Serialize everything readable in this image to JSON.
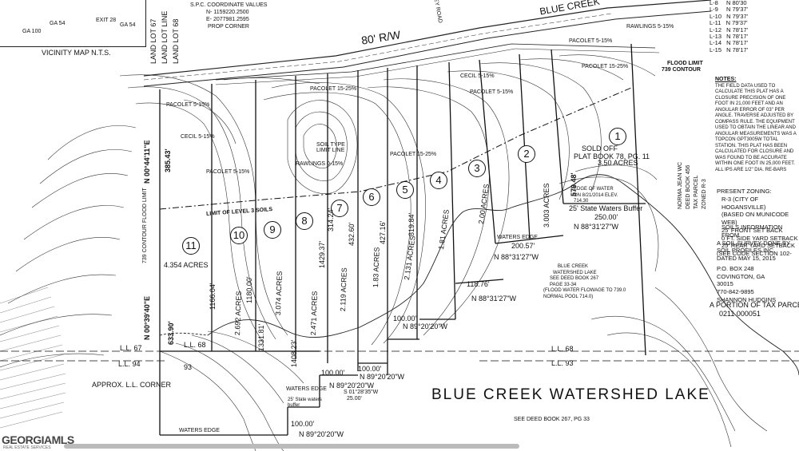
{
  "vicinity": {
    "label": "VICINITY MAP  N.T.S.",
    "roads": [
      "GA 54",
      "GA 100",
      "EXIT 28",
      "GA 54"
    ]
  },
  "coordinates": {
    "title": "S.P.C. COORDINATE VALUES",
    "north": "N-  1159220.2500",
    "east": "E-  2077981.2595",
    "label": "PROP CORNER"
  },
  "roads": {
    "right_of_way": "80' R/W",
    "blue_creek": "BLUE CREEK",
    "ley_road": "LEY ROAD"
  },
  "land_lines": {
    "ll67": "LAND LOT 67",
    "line": "LAND LOT LINE",
    "ll68": "LAND LOT 68",
    "ll67b": "L.L. 67",
    "ll68b": "L.L. 68",
    "ll94": "L.L. 94",
    "ll93": "93",
    "ll68c": "L.L. 68",
    "ll93b": "L.L. 93",
    "corner": "APPROX. L.L. CORNER"
  },
  "bearings_legend": [
    {
      "line": "L-8",
      "bearing": "N 80'30"
    },
    {
      "line": "L-9",
      "bearing": "N 79'37'"
    },
    {
      "line": "L-10",
      "bearing": "N 79'37'"
    },
    {
      "line": "L-11",
      "bearing": "N 79'37'"
    },
    {
      "line": "L-12",
      "bearing": "N 78'17'"
    },
    {
      "line": "L-13",
      "bearing": "N 78'17'"
    },
    {
      "line": "L-14",
      "bearing": "N 78'17'"
    },
    {
      "line": "L-15",
      "bearing": "N 78'17'"
    }
  ],
  "notes": {
    "title": "NOTES:",
    "text": "THE FIELD DATA USED TO CALCULATE THIS PLAT HAS A CLOSURE PRECISION OF ONE FOOT IN 21,000 FEET AND AN ANGULAR ERROR OF 03\" PER ANGLE. TRAVERSE ADJUSTED BY COMPASS RULE. THE EQUIPMENT USED TO OBTAIN THE LINEAR AND ANGULAR MEASUREMENTS WAS A TOPCON GPT3005W TOTAL STATION. THIS PLAT HAS BEEN CALCULATED FOR CLOSURE AND WAS FOUND TO BE ACCURATE WITHIN ONE FOOT IN 25,000 FEET. ALL IPS ARE 1/2\" DIA. RE-BARS"
  },
  "zoning": {
    "title": "PRESENT ZONING:",
    "lines": [
      "R-3 (CITY OF HOGANSVILLE)",
      "(BASED ON MUNICODE WEB)",
      "25' FRONT SET BACK",
      "0 FT. SIDE YARD SETBACK",
      "25' REAR YARD SETBACK",
      "(SEE CODE SECTION 102-"
    ]
  },
  "soils": {
    "lines": [
      "SOILS INFORMATION FROM",
      "A SOIL SURVEY DONE BY",
      "SOIL PROFILES INC.",
      "DATED MAY 15, 2015",
      "P.O. BOX 248",
      "COVINGTON, GA",
      "30015",
      "770-842-9895",
      "SHANNON HUDGINS"
    ]
  },
  "tax_parcel": {
    "line1": "A PORTION OF TAX PARCEL",
    "line2": "0211 000051"
  },
  "adjacent_owner": {
    "line1": "NORMA JEAN WC",
    "line2": "DEED BOOK 456",
    "line3": "TAX PARCEL",
    "line4": "ZONED R-3"
  },
  "flood": {
    "limit": "FLOOD LIMIT",
    "contour": "739 CONTOUR",
    "limit_left": "739 CONTOUR FLOOD LIMIT",
    "level3": "LIMIT OF LEVEL 3 SOILS"
  },
  "lots": [
    {
      "num": "1",
      "note": "SOLD OFF",
      "plat": "PLAT BOOK 78, PG. 11",
      "acres": "3.50 ACRES"
    },
    {
      "num": "2",
      "acres": "3.003 ACRES",
      "width": "200.57'"
    },
    {
      "num": "3",
      "acres": "2.00 ACRES",
      "width": "118.76'"
    },
    {
      "num": "4",
      "acres": "1.81 ACRES"
    },
    {
      "num": "5",
      "acres": "2.131 ACRES"
    },
    {
      "num": "6",
      "acres": "1.83 ACRES"
    },
    {
      "num": "7",
      "acres": "2.119 ACRES"
    },
    {
      "num": "8",
      "acres": "2.471 ACRES"
    },
    {
      "num": "9",
      "acres": "3.074 ACRES"
    },
    {
      "num": "10",
      "acres": "2.692 ACRES"
    },
    {
      "num": "11",
      "acres": "4.354 ACRES"
    }
  ],
  "dimensions": {
    "west_long": "N 00°39'40\"E",
    "west_long_len": "633.90'",
    "west_upper": "N 00°44'11\"E",
    "west_upper_len": "385.43'",
    "front_250": "250.00'",
    "bearing_88_a": "N 88°31'27\"W",
    "bearing_88_b": "N 88°31'27\"W",
    "bearing_88_c": "N 88°31'27\"W",
    "bearing_89_a": "N 89°20'20\"W",
    "bearing_89_b": "N 89°20'20\"W",
    "bearing_89_c": "N 89°20'20\"W",
    "bearing_89_d": "N 89°20'20\"W",
    "len_100_a": "100.00'",
    "len_100_b": "100.00'",
    "len_100_c": "100.00'",
    "len_100_d": "100.00'",
    "len_25": "25.00'",
    "s01_a": "S 01°28'35\"W",
    "len_579": "579.48'",
    "lot11_w": "1166.04'",
    "lot10_w": "1180.00'",
    "lot9_w": "1331.81'",
    "lot8_w": "1408.23'",
    "lot7_w": "1429.37'",
    "lot7_top": "314.24'",
    "lot6_w": "432.60'",
    "lot5_w": "427.16'",
    "lot4_w": "819.84'"
  },
  "lake": {
    "title": "BLUE CREEK WATERSHED LAKE",
    "deed": "SEE DEED BOOK 267, PG 33",
    "box_title": "BLUE CREEK",
    "box_sub": "WATERSHED LAKE",
    "box_deed": "SEE DEED BOOK 267",
    "box_page": "PAGE 33-34",
    "box_flood": "(FLOOD WATER FLOWAGE TO 739.0",
    "box_pool": "NORMAL POOL 714.0)",
    "water_edge": "EDGE OF WATER ON 8/21/2014 ELEV. 714.30",
    "buffer": "25' State Waters Buffer",
    "waters_edge": "WATERS EDGE",
    "waters_edge2": "WATERS EDGE",
    "waters_edge3": "WATERS EDGE",
    "state_buffer": "25' State waters buffer"
  },
  "soil_labels": {
    "pacolet_1": "PACOLET 5-15%",
    "pacolet_2": "PACOLET 5-15%",
    "pacolet_3": "PACOLET 15-25%",
    "pacolet_4": "PACOLET 5-15%",
    "pacolet_5": "PACOLET 15-25%",
    "pacolet_6": "PACOLET 5-15%",
    "pacolet_7": "PACOLET 15-25%",
    "cecil_1": "CECIL 5-15%",
    "cecil_2": "CECIL 5-15%",
    "rawlings_1": "RAWLINGS 0-15%",
    "rawlings_2": "RAWLINGS 5-15%",
    "soil_type": "SOIL TYPE LIMIT LINE"
  },
  "logo": {
    "brand": "GEORGIAMLS",
    "sub": "REAL ESTATE SERVICES"
  }
}
